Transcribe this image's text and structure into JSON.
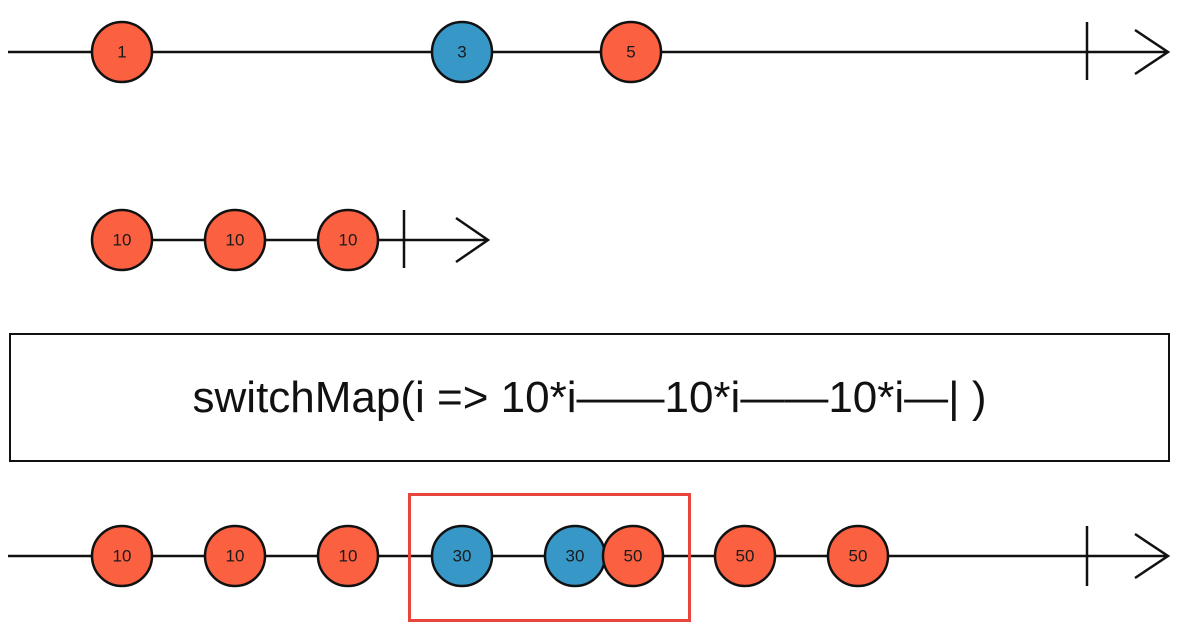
{
  "colors": {
    "orange": "#fb6041",
    "blue": "#3798c8",
    "line": "#111111",
    "highlight": "#e8463c"
  },
  "source_stream": {
    "marbles": [
      {
        "label": "1",
        "color": "orange"
      },
      {
        "label": "3",
        "color": "blue"
      },
      {
        "label": "5",
        "color": "orange"
      }
    ]
  },
  "inner_stream": {
    "marbles": [
      {
        "label": "10",
        "color": "orange"
      },
      {
        "label": "10",
        "color": "orange"
      },
      {
        "label": "10",
        "color": "orange"
      }
    ]
  },
  "operator": {
    "label": "switchMap(i => 10*i——10*i——10*i—| )"
  },
  "output_stream": {
    "marbles": [
      {
        "label": "10",
        "color": "orange"
      },
      {
        "label": "10",
        "color": "orange"
      },
      {
        "label": "10",
        "color": "orange"
      },
      {
        "label": "30",
        "color": "blue"
      },
      {
        "label": "30",
        "color": "blue"
      },
      {
        "label": "50",
        "color": "orange"
      },
      {
        "label": "50",
        "color": "orange"
      },
      {
        "label": "50",
        "color": "orange"
      }
    ]
  }
}
